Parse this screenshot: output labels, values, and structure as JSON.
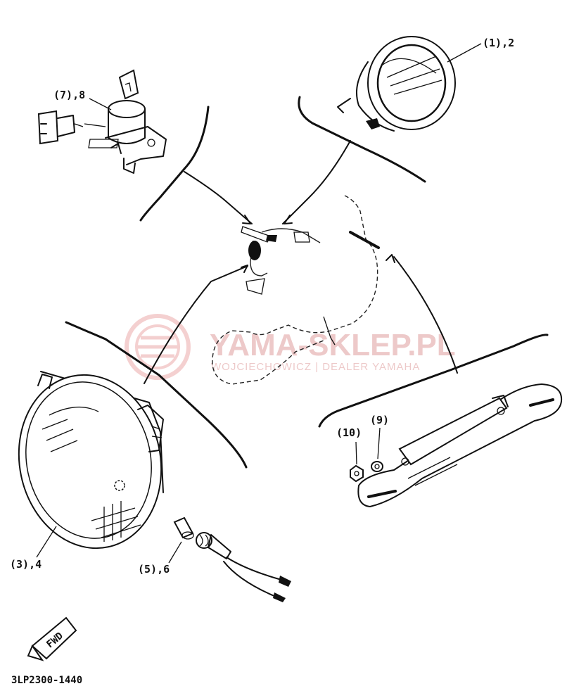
{
  "watermark": {
    "title": "YAMA-SKLEP.PL",
    "subtitle": "WOJCIECHOWICZ | DEALER YAMAHA"
  },
  "callouts": {
    "meter": "(1),2",
    "main_switch": "(7),8",
    "headlight": "(3),4",
    "bulb": "(5),6",
    "nut_10": "(10)",
    "washer_9": "(9)"
  },
  "fwd_label": "FWD",
  "diagram_code": "3LP2300-1440"
}
